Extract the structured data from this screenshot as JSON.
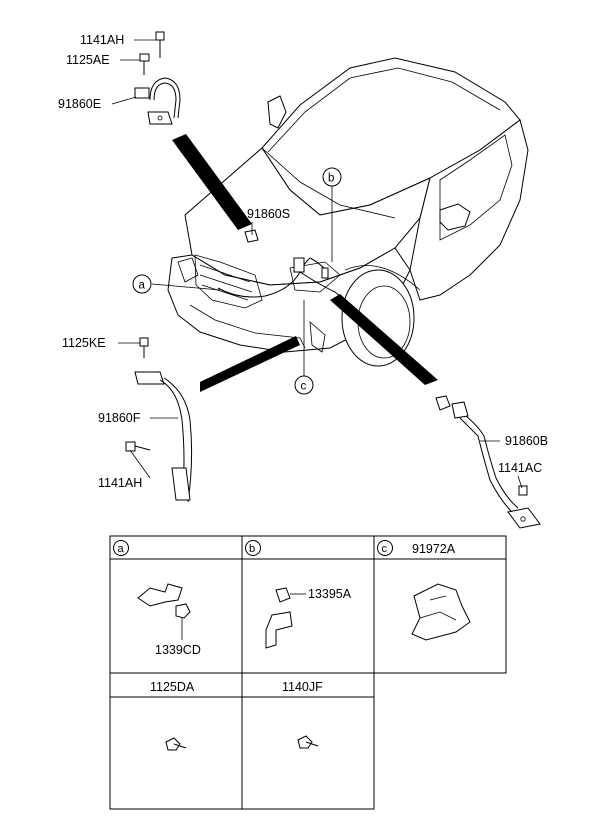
{
  "callouts": {
    "p1141AH_top": "1141AH",
    "p1125AE": "1125AE",
    "p91860E": "91860E",
    "p91860S": "91860S",
    "p1125KE": "1125KE",
    "p91860F": "91860F",
    "p1141AH_bottom": "1141AH",
    "p91860B": "91860B",
    "p1141AC": "1141AC"
  },
  "markers": {
    "a": "a",
    "b": "b",
    "c": "c"
  },
  "detail_table": {
    "cell_a": {
      "marker": "a",
      "part_label": "1339CD"
    },
    "cell_b": {
      "marker": "b",
      "part_label": "13395A"
    },
    "cell_c": {
      "marker": "c",
      "header_label": "91972A"
    },
    "cell_d": {
      "header_label": "1125DA"
    },
    "cell_e": {
      "header_label": "1140JF"
    }
  }
}
